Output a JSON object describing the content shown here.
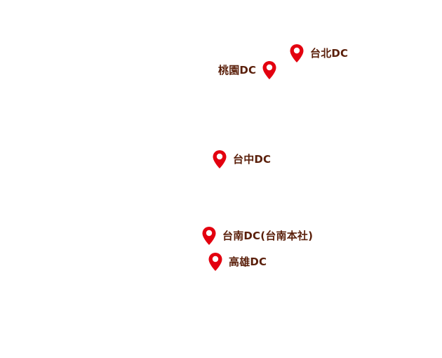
{
  "colors": {
    "pin": "#e3000f",
    "pin_center": "#ffffff",
    "label": "#5a1f0a"
  },
  "icon": "map-pin-icon",
  "locations": [
    {
      "id": "taipei",
      "label": "台北DC"
    },
    {
      "id": "taoyuan",
      "label": "桃園DC"
    },
    {
      "id": "taichung",
      "label": "台中DC"
    },
    {
      "id": "tainan",
      "label": "台南DC(台南本社)"
    },
    {
      "id": "kaohsiung",
      "label": "高雄DC"
    }
  ]
}
